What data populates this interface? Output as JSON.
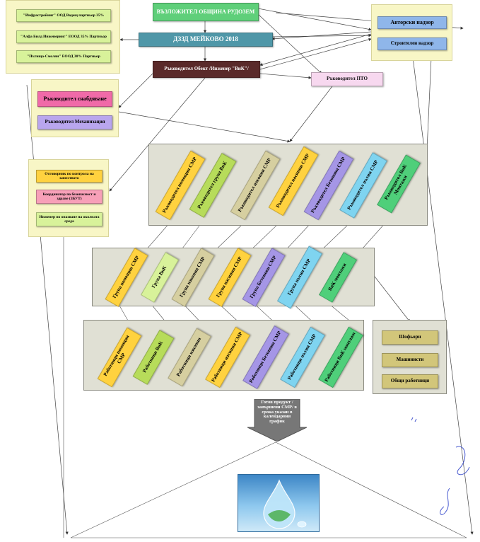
{
  "top": {
    "investor": "ВЪЗЛОЖИТЕЛ ОБЩИНА РУДОЗЕМ",
    "dzzd": "ДЗЗД МЕЙКОВО 2018",
    "site_manager": "Ръководител Обект /Инженер \"ВиК\"/",
    "pto": "Ръководител ПТО"
  },
  "partners": [
    "\"Инфрастройинг\" ООД Водещ партньор 35%",
    "\"Алфа Билд Инженеринг\" ЕООД 35% Партньор",
    "\"Пътища-Смолян\" ЕООД 30% Партньор"
  ],
  "supervision": [
    "Авторски надзор",
    "Строителен надзор"
  ],
  "supply": [
    "Ръководител снабдяване",
    "Ръководител Механизация"
  ],
  "quality": [
    "Отговорник по контрола на качеството",
    "Координатор по безопасност и здраве (ЗБУТ)",
    "Инженер по опазване на околната среда"
  ],
  "managers": [
    "Ръководител помощни СМР",
    "Ръководител група ВиК",
    "Ръководител изкопни СМР",
    "Ръководител насипни СМР",
    "Ръководител Бетонови СМР",
    "Ръководител пътни СМР",
    "Ръководител ВиК Монтажи"
  ],
  "groups": [
    "Група помощни СМР",
    "Група ВиК",
    "Група изкопни СМР",
    "Група насипни СМР",
    "Група Бетонови СМР",
    "Група пътни СМР",
    "ВиК монтажи"
  ],
  "workers": [
    "Работници помощни СМР",
    "Работници ВиК",
    "Работници изкопни",
    "Работници насипни СМР",
    "Работници Бетонови СМР",
    "Работници пътни СМР",
    "Работници ВиК монтажи"
  ],
  "resources": [
    "Шофьори",
    "Машинисти",
    "Общи работници"
  ],
  "product": "Готов продукт /завършени СМР/ в срока указан в календарния график",
  "colors": {
    "green_title": "#5fcf7a",
    "dzzd": "#4f97a8",
    "site_manager": "#5a2a2a",
    "pto": "#f7d8ef",
    "panel_yellow": "#f8f6c6",
    "panel_grey": "#e0e0d4"
  },
  "icons": [
    "arrow-down-icon",
    "water-drop-icon",
    "signature-mark"
  ]
}
